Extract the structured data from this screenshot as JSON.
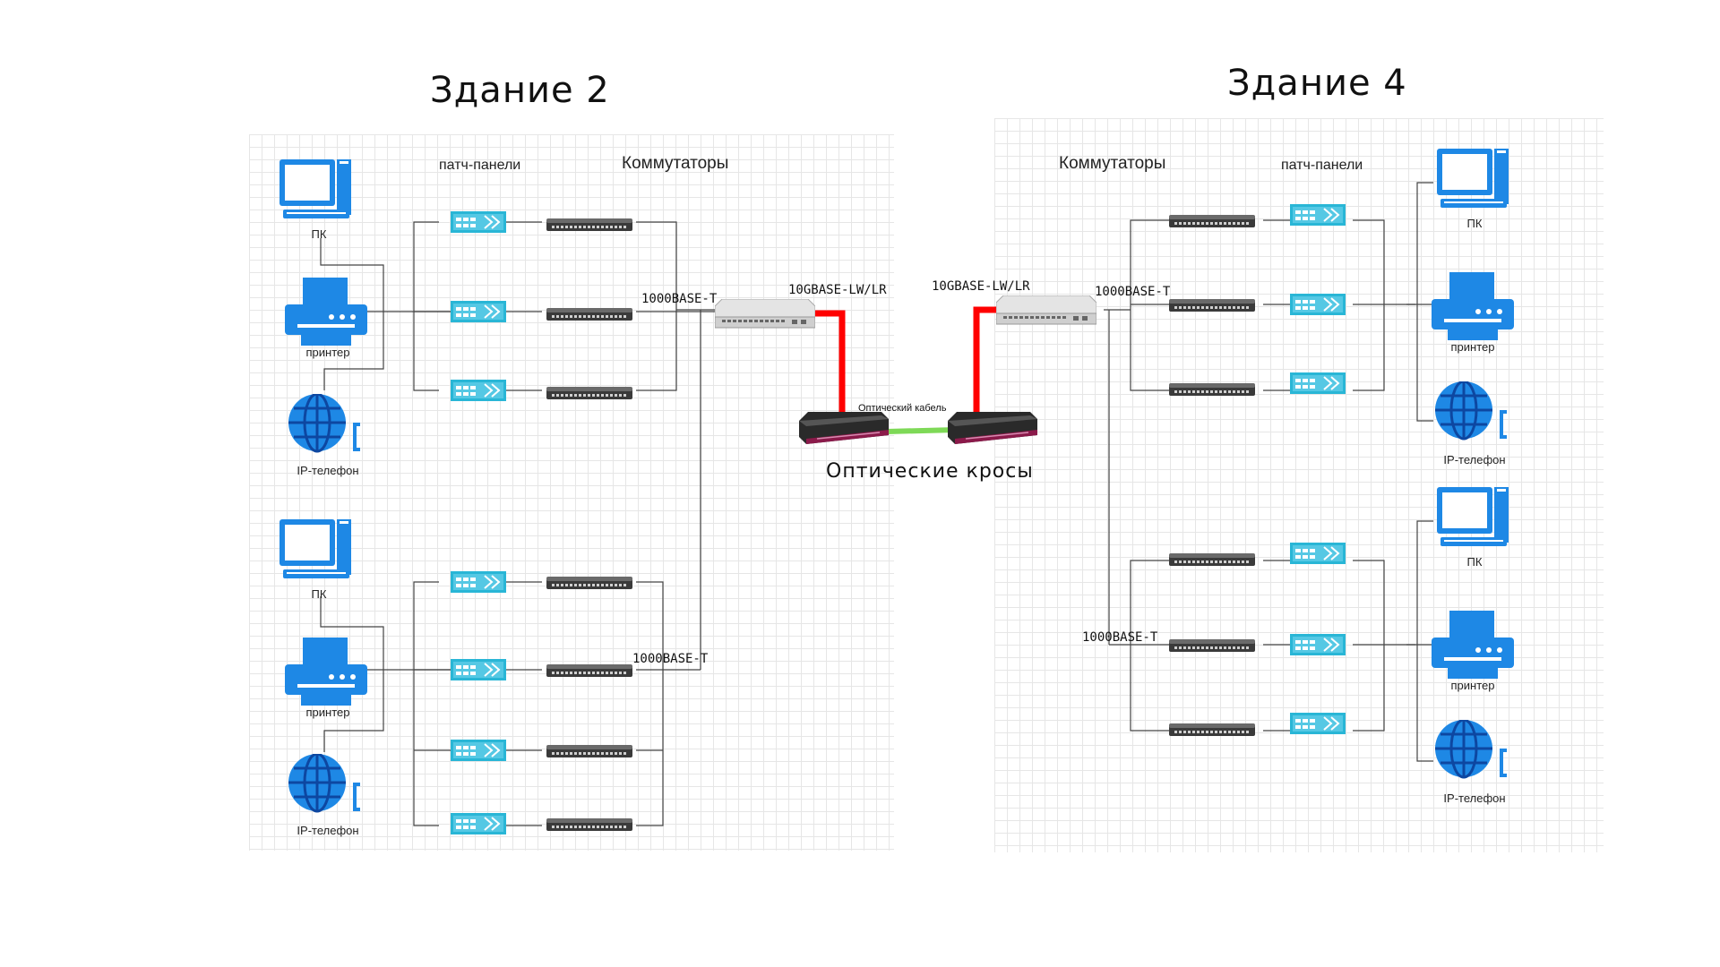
{
  "building_left": {
    "title": "Здание 2",
    "patch_header": "патч-панели",
    "switch_header": "Коммутаторы",
    "pc_label": "ПК",
    "printer_label": "принтер",
    "phone_label": "IP-телефон",
    "link_1000_top": "1000BASE-T",
    "link_1000_bottom": "1000BASE-T",
    "link_10g": "10GBASE-LW/LR"
  },
  "building_right": {
    "title": "Здание 4",
    "switch_header": "Коммутаторы",
    "patch_header": "патч-панели",
    "pc_label": "ПК",
    "printer_label": "принтер",
    "phone_label": "IP-телефон",
    "link_1000_top": "1000BASE-T",
    "link_1000_bottom": "1000BASE-T",
    "link_10g": "10GBASE-LW/LR"
  },
  "optical": {
    "cable_label": "Оптический кабель",
    "crosses_label": "Оптические кросы"
  },
  "colors": {
    "uplink_red": "#ff0000",
    "optical_green": "#7ed957",
    "device_blue": "#1e88e5",
    "patch_panel": "#29b6d6"
  }
}
